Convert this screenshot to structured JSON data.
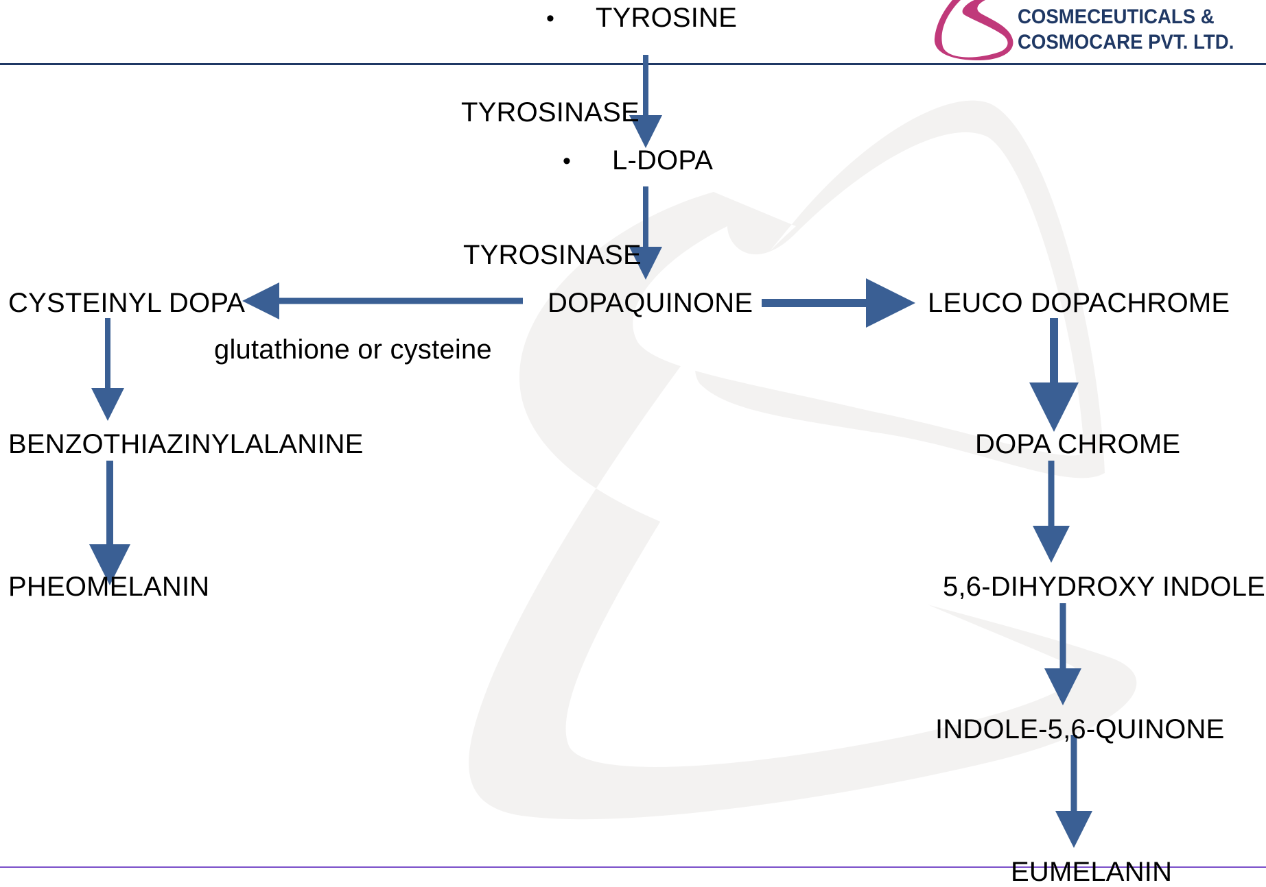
{
  "company": {
    "line1": "COSMECEUTICALS &",
    "line2": "COSMOCARE PVT. LTD."
  },
  "pathway": {
    "tyrosine": "TYROSINE",
    "enzyme_1": "TYROSINASE",
    "l_dopa": "L-DOPA",
    "enzyme_2": "TYROSINASE",
    "dopaquinone": "DOPAQUINONE",
    "pheo_branch": {
      "cysteinyl_dopa": "CYSTEINYL DOPA",
      "reagent": "glutathione or cysteine",
      "benzothiazinylalanine": "BENZOTHIAZINYLALANINE",
      "pheomelanin": "PHEOMELANIN"
    },
    "eu_branch": {
      "leuco_dopachrome": "LEUCO DOPACHROME",
      "dopa_chrome": "DOPA CHROME",
      "dihydroxy_indole": "5,6-DIHYDROXY INDOLE",
      "indole_quinone": "INDOLE-5,6-QUINONE",
      "eumelanin": "EUMELANIN"
    }
  },
  "colors": {
    "arrow": "#3a5f94",
    "header_rule": "#1f3864",
    "footer_rule": "#7a4fc9",
    "logo": "#c0397a",
    "watermark": "#f3f2f1"
  }
}
